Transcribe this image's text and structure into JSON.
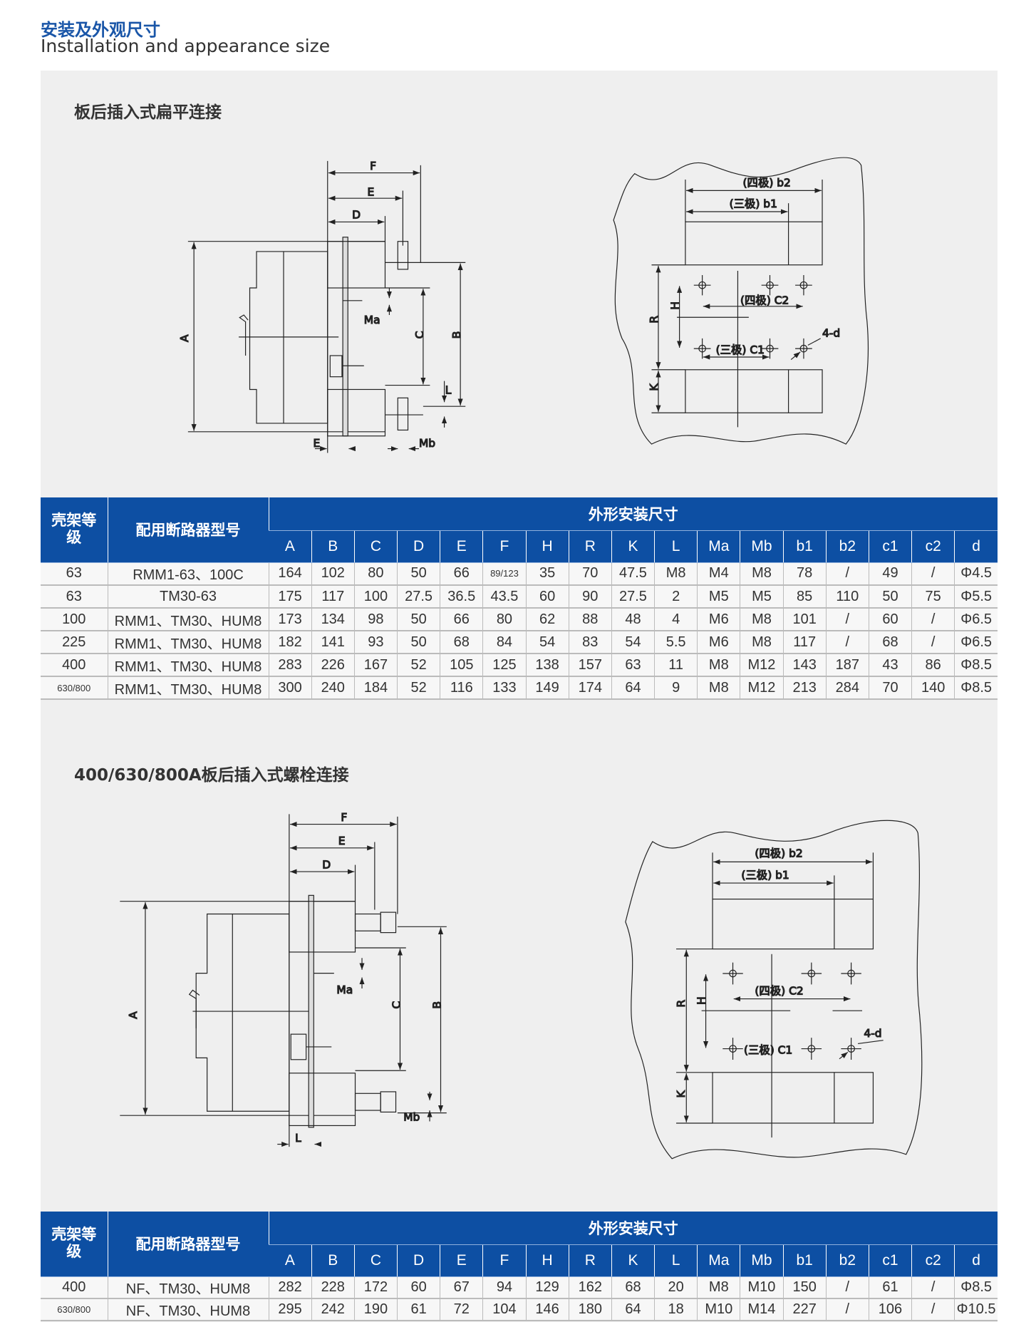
{
  "header": {
    "title_cn": "安装及外观尺寸",
    "title_en": "Installation and appearance size"
  },
  "section1": {
    "title": "板后插入式扁平连接"
  },
  "section2": {
    "title": "400/630/800A板后插入式螺栓连接"
  },
  "diagram_labels": {
    "F": "F",
    "E": "E",
    "D": "D",
    "A": "A",
    "B": "B",
    "C": "C",
    "L": "L",
    "Ma": "Ma",
    "Mb": "Mb",
    "b2": "(四极) b2",
    "b1": "(三极) b1",
    "c2": "(四极) C2",
    "c1": "(三极) C1",
    "d": "4-d",
    "R": "R",
    "H": "H",
    "K": "K"
  },
  "table_headers": {
    "frame": "壳架等级",
    "model": "配用断路器型号",
    "dims": "外形安装尺寸",
    "cols": [
      "A",
      "B",
      "C",
      "D",
      "E",
      "F",
      "H",
      "R",
      "K",
      "L",
      "Ma",
      "Mb",
      "b1",
      "b2",
      "c1",
      "c2",
      "d"
    ]
  },
  "table1": [
    [
      "63",
      "RMM1-63、100C",
      "164",
      "102",
      "80",
      "50",
      "66",
      "89/123",
      "35",
      "70",
      "47.5",
      "M8",
      "M4",
      "M8",
      "78",
      "/",
      "49",
      "/",
      "Φ4.5"
    ],
    [
      "63",
      "TM30-63",
      "175",
      "117",
      "100",
      "27.5",
      "36.5",
      "43.5",
      "60",
      "90",
      "27.5",
      "2",
      "M5",
      "M5",
      "85",
      "110",
      "50",
      "75",
      "Φ5.5"
    ],
    [
      "100",
      "RMM1、TM30、HUM8",
      "173",
      "134",
      "98",
      "50",
      "66",
      "80",
      "62",
      "88",
      "48",
      "4",
      "M6",
      "M8",
      "101",
      "/",
      "60",
      "/",
      "Φ6.5"
    ],
    [
      "225",
      "RMM1、TM30、HUM8",
      "182",
      "141",
      "93",
      "50",
      "68",
      "84",
      "54",
      "83",
      "54",
      "5.5",
      "M6",
      "M8",
      "117",
      "/",
      "68",
      "/",
      "Φ6.5"
    ],
    [
      "400",
      "RMM1、TM30、HUM8",
      "283",
      "226",
      "167",
      "52",
      "105",
      "125",
      "138",
      "157",
      "63",
      "11",
      "M8",
      "M12",
      "143",
      "187",
      "43",
      "86",
      "Φ8.5"
    ],
    [
      "630/800",
      "RMM1、TM30、HUM8",
      "300",
      "240",
      "184",
      "52",
      "116",
      "133",
      "149",
      "174",
      "64",
      "9",
      "M8",
      "M12",
      "213",
      "284",
      "70",
      "140",
      "Φ8.5"
    ]
  ],
  "table2": [
    [
      "400",
      "NF、TM30、HUM8",
      "282",
      "228",
      "172",
      "60",
      "67",
      "94",
      "129",
      "162",
      "68",
      "20",
      "M8",
      "M10",
      "150",
      "/",
      "61",
      "/",
      "Φ8.5"
    ],
    [
      "630/800",
      "NF、TM30、HUM8",
      "295",
      "242",
      "190",
      "61",
      "72",
      "104",
      "146",
      "180",
      "64",
      "18",
      "M10",
      "M14",
      "227",
      "/",
      "106",
      "/",
      "Φ10.5"
    ]
  ]
}
